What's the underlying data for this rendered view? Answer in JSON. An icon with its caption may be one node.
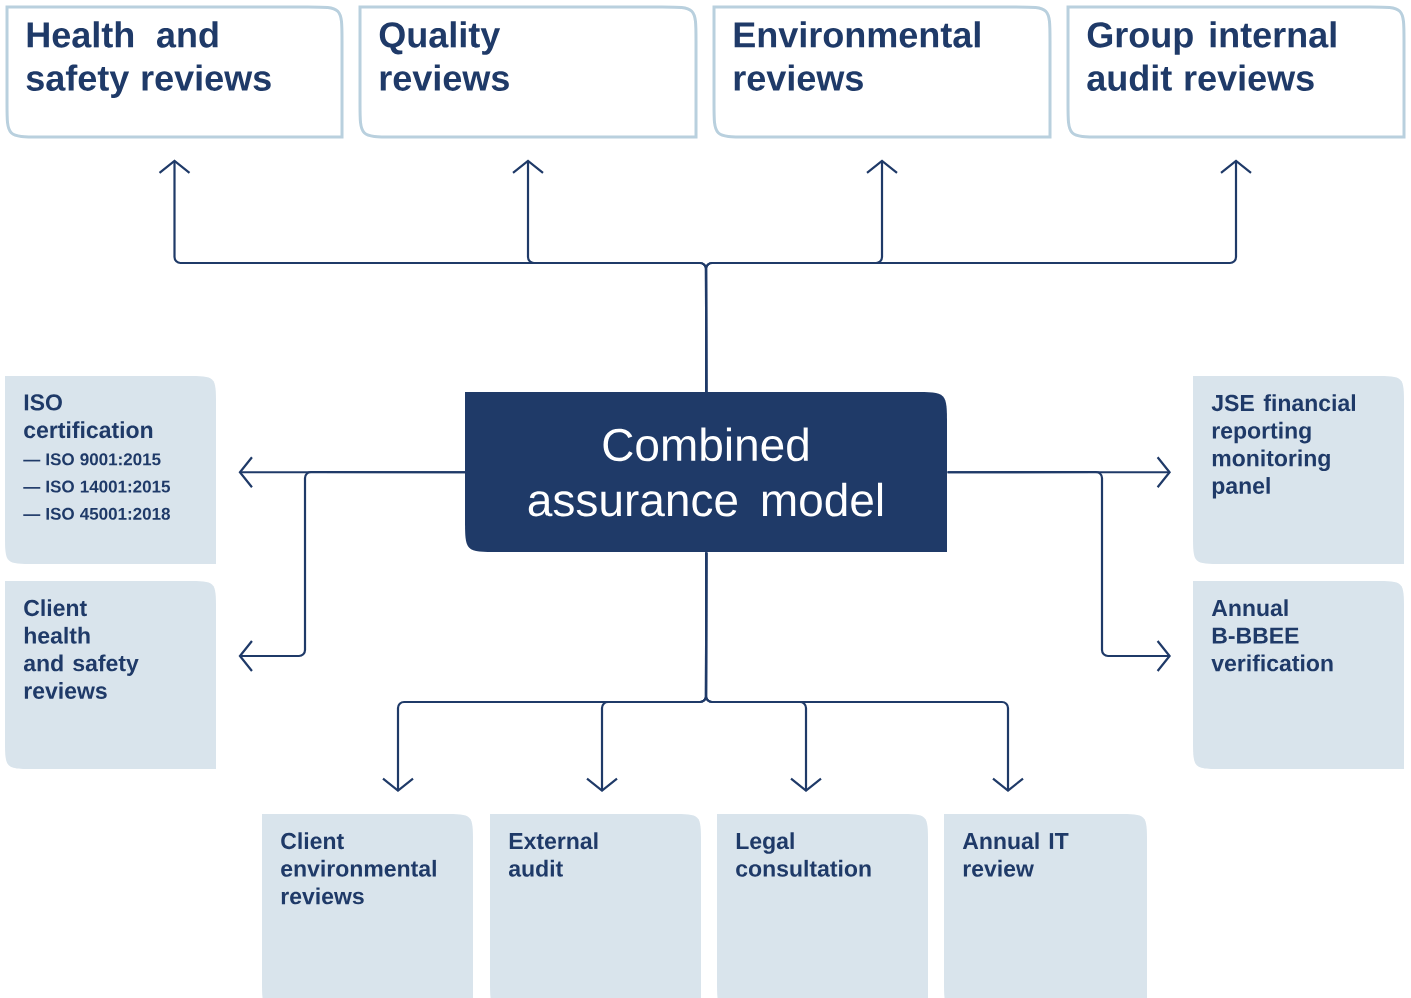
{
  "diagram": {
    "nodes": [
      {
        "text": [
          "Health and safety reviews"
        ]
      },
      {
        "text": [
          "Quality reviews"
        ]
      },
      {
        "text": [
          "Environmental reviews"
        ]
      },
      {
        "text": [
          "Group internal audit reviews"
        ]
      },
      {
        "text": [
          "ISO certification",
          "— ISO 9001:2015",
          "— ISO 14001:2015",
          "— ISO 45001:2018"
        ]
      },
      {
        "text": [
          "Combined assurance model"
        ]
      },
      {
        "text": [
          "JSE financial reporting monitoring panel"
        ]
      },
      {
        "text": [
          "Client health and safety reviews"
        ]
      },
      {
        "text": [
          "Annual B-BBEE verification"
        ]
      },
      {
        "text": [
          "Client environmental reviews"
        ]
      },
      {
        "text": [
          "External audit"
        ]
      },
      {
        "text": [
          "Legal consultation"
        ]
      },
      {
        "text": [
          "Annual IT review"
        ]
      }
    ],
    "edges": [
      {
        "from": 5,
        "to": 0,
        "arrow": "to"
      },
      {
        "from": 5,
        "to": 1,
        "arrow": "to"
      },
      {
        "from": 5,
        "to": 2,
        "arrow": "to"
      },
      {
        "from": 5,
        "to": 3,
        "arrow": "to"
      },
      {
        "from": 5,
        "to": 4,
        "arrow": "to"
      },
      {
        "from": 5,
        "to": 7,
        "arrow": "to"
      },
      {
        "from": 5,
        "to": 6,
        "arrow": "to"
      },
      {
        "from": 5,
        "to": 8,
        "arrow": "to"
      },
      {
        "from": 5,
        "to": 9,
        "arrow": "to"
      },
      {
        "from": 5,
        "to": 10,
        "arrow": "to"
      },
      {
        "from": 5,
        "to": 11,
        "arrow": "to"
      },
      {
        "from": 5,
        "to": 12,
        "arrow": "to"
      }
    ]
  }
}
